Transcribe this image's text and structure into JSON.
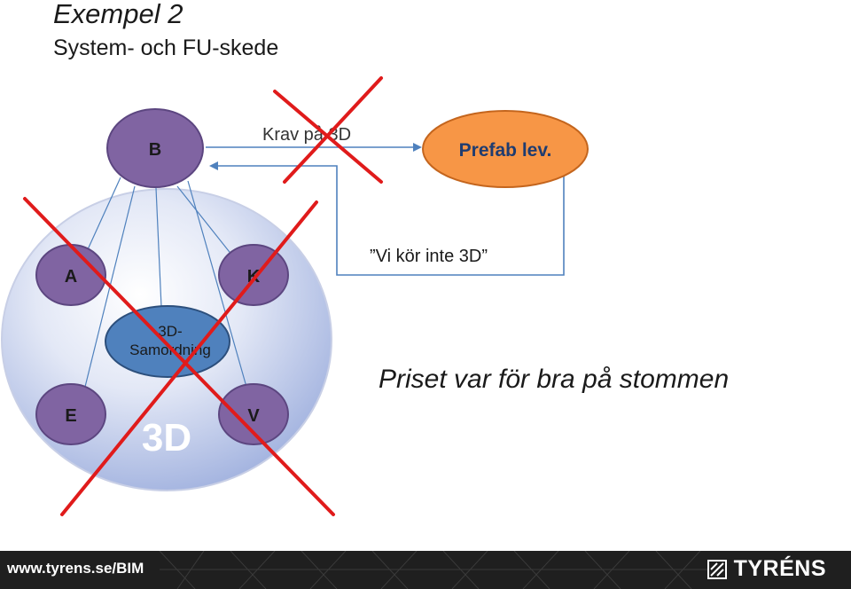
{
  "slide": {
    "title": "Exempel 2",
    "subtitle": "System- och FU-skede"
  },
  "diagram": {
    "nodes": {
      "b": "B",
      "a": "A",
      "k": "K",
      "e": "E",
      "v": "V",
      "coordination_line1": "3D-",
      "coordination_line2": "Samordning",
      "prefab": "Prefab lev.",
      "sphere_label": "3D"
    },
    "labels": {
      "requirement": "Krav på 3D",
      "reply": "”Vi kör inte 3D”",
      "conclusion": "Priset var för bra på stommen"
    },
    "colors": {
      "node_fill": "#8064a2",
      "node_stroke": "#5c4680",
      "coordination_fill": "#4f81bd",
      "prefab_fill": "#f79646",
      "cross": "#e01b1b",
      "sphere": "#a9b8e0"
    }
  },
  "footer": {
    "url": "www.tyrens.se/BIM",
    "logo": "TYRÉNS"
  }
}
